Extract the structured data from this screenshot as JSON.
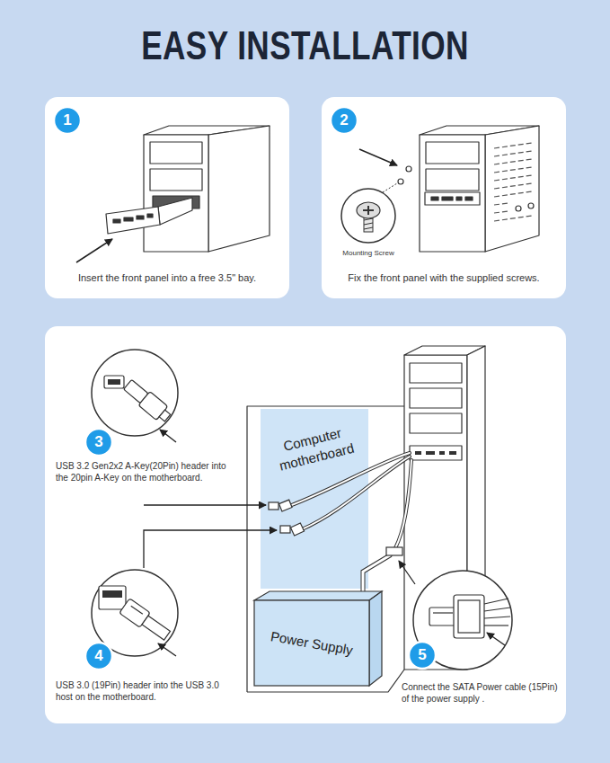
{
  "diagram": {
    "title": "EASY INSTALLATION",
    "nodes": [
      {
        "text": [
          "Insert the front panel into a free 3.5\" bay."
        ]
      },
      {
        "text": [
          "Fix the front panel with the supplied screws."
        ]
      },
      {
        "text": [
          "Computer motherboard"
        ]
      },
      {
        "text": [
          "Power Supply"
        ]
      }
    ],
    "labels": [
      "1",
      "2",
      "Mounting Screw",
      "3",
      "USB 3.2 Gen2x2 A-Key(20Pin) header into the 20pin A-Key on the motherboard.",
      "4",
      "USB 3.0 (19Pin) header into the USB 3.0 host on the motherboard.",
      "5",
      "Connect the SATA Power cable (15Pin) of the power supply ."
    ]
  }
}
